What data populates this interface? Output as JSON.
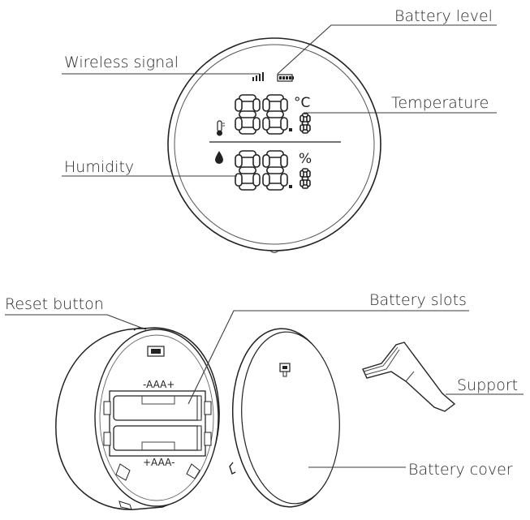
{
  "labels": {
    "battery_level": "Battery level",
    "wireless_signal": "Wireless signal",
    "temperature": "Temperature",
    "humidity": "Humidity",
    "reset_button": "Reset button",
    "battery_slots": "Battery slots",
    "support": "Support",
    "battery_cover": "Battery cover"
  },
  "display": {
    "temp_unit": "°C",
    "humidity_unit": "%"
  },
  "polarity": {
    "top": "-AAA+",
    "bottom": "+AAA-"
  }
}
